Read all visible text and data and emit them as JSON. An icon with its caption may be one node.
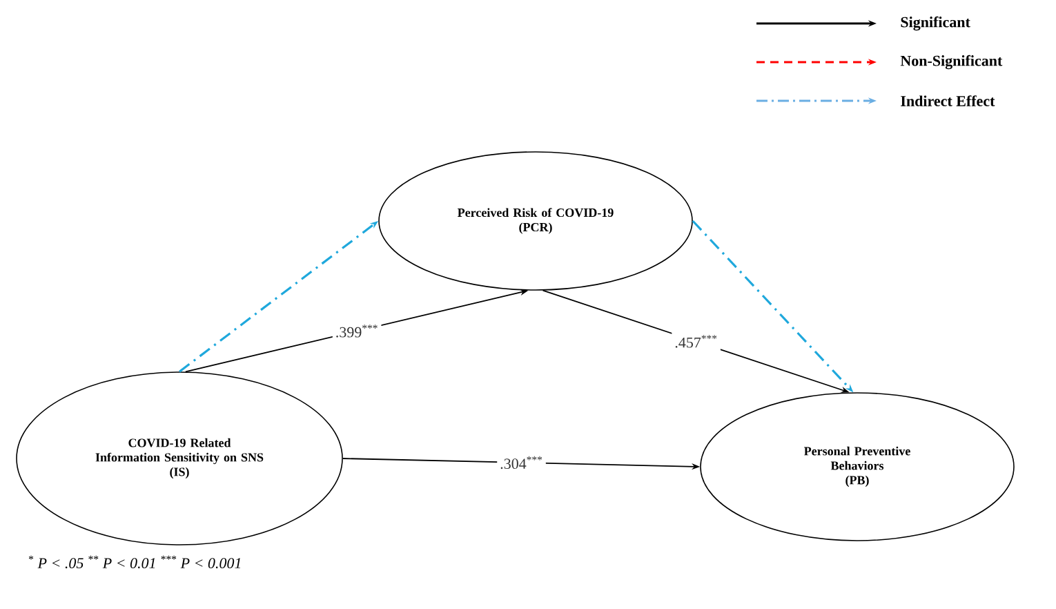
{
  "diagram": {
    "nodes": [
      {
        "text": [
          "Perceived Risk of COVID-19",
          "(PCR)"
        ]
      },
      {
        "text": [
          "COVID-19 Related Information Sensitivity on SNS",
          "(IS)"
        ]
      },
      {
        "text": [
          "Personal Preventive Behaviors",
          "(PB)"
        ]
      }
    ],
    "edges": [
      {
        "from": 1,
        "to": 0,
        "arrow": "to",
        "label": ".399$^{***}$"
      },
      {
        "from": 0,
        "to": 2,
        "arrow": "to",
        "label": ".457$^{***}$"
      },
      {
        "from": 1,
        "to": 2,
        "arrow": "to",
        "label": ".304$^{***}$"
      },
      {
        "from": 1,
        "to": 0,
        "arrow": "to",
        "style": "dashed",
        "color": "#1fa8dc"
      },
      {
        "from": 0,
        "to": 2,
        "arrow": "to",
        "style": "dashed",
        "color": "#1fa8dc"
      }
    ],
    "labels": [
      "$^{*}$ P < .05 $^{**}$ P < 0.01 $^{***}$ P < 0.001"
    ],
    "legend": [
      {
        "text": "Significant"
      },
      {
        "text": "Non-Significant"
      },
      {
        "text": "Indirect Effect"
      }
    ]
  }
}
